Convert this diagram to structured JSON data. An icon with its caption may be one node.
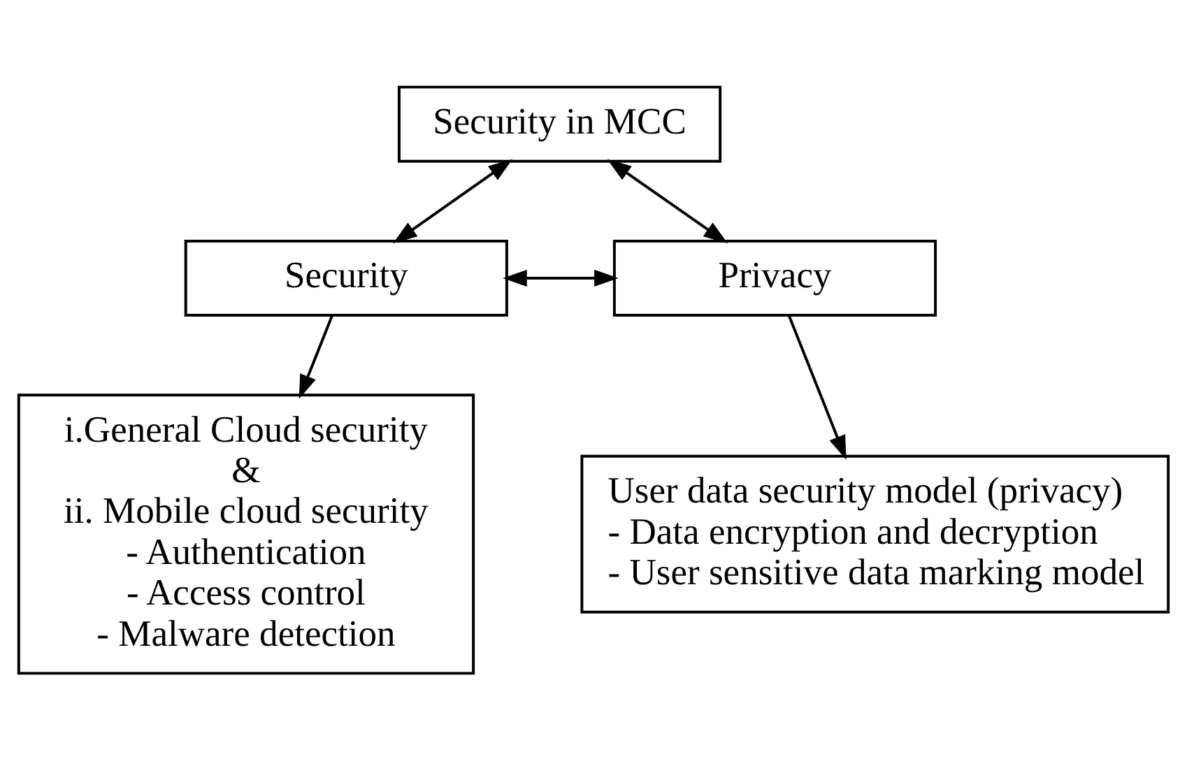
{
  "diagram": {
    "nodes": [
      {
        "text": [
          "Security in MCC"
        ]
      },
      {
        "text": [
          "Security"
        ]
      },
      {
        "text": [
          "Privacy"
        ]
      },
      {
        "text": [
          "i.General Cloud security",
          "&",
          "ii. Mobile cloud security",
          "- Authentication",
          "- Access control",
          "- Malware detection"
        ]
      },
      {
        "text": [
          "User data security model (privacy)",
          "- Data encryption and decryption",
          "- User sensitive data marking model"
        ]
      }
    ],
    "edges": [
      {
        "from": 1,
        "to": 2,
        "arrow": "both"
      },
      {
        "from": 0,
        "to": 1,
        "arrow": "both"
      },
      {
        "from": 0,
        "to": 2,
        "arrow": "both"
      },
      {
        "from": 1,
        "to": 3,
        "arrow": "to"
      },
      {
        "from": 2,
        "to": 4,
        "arrow": "to"
      }
    ]
  }
}
